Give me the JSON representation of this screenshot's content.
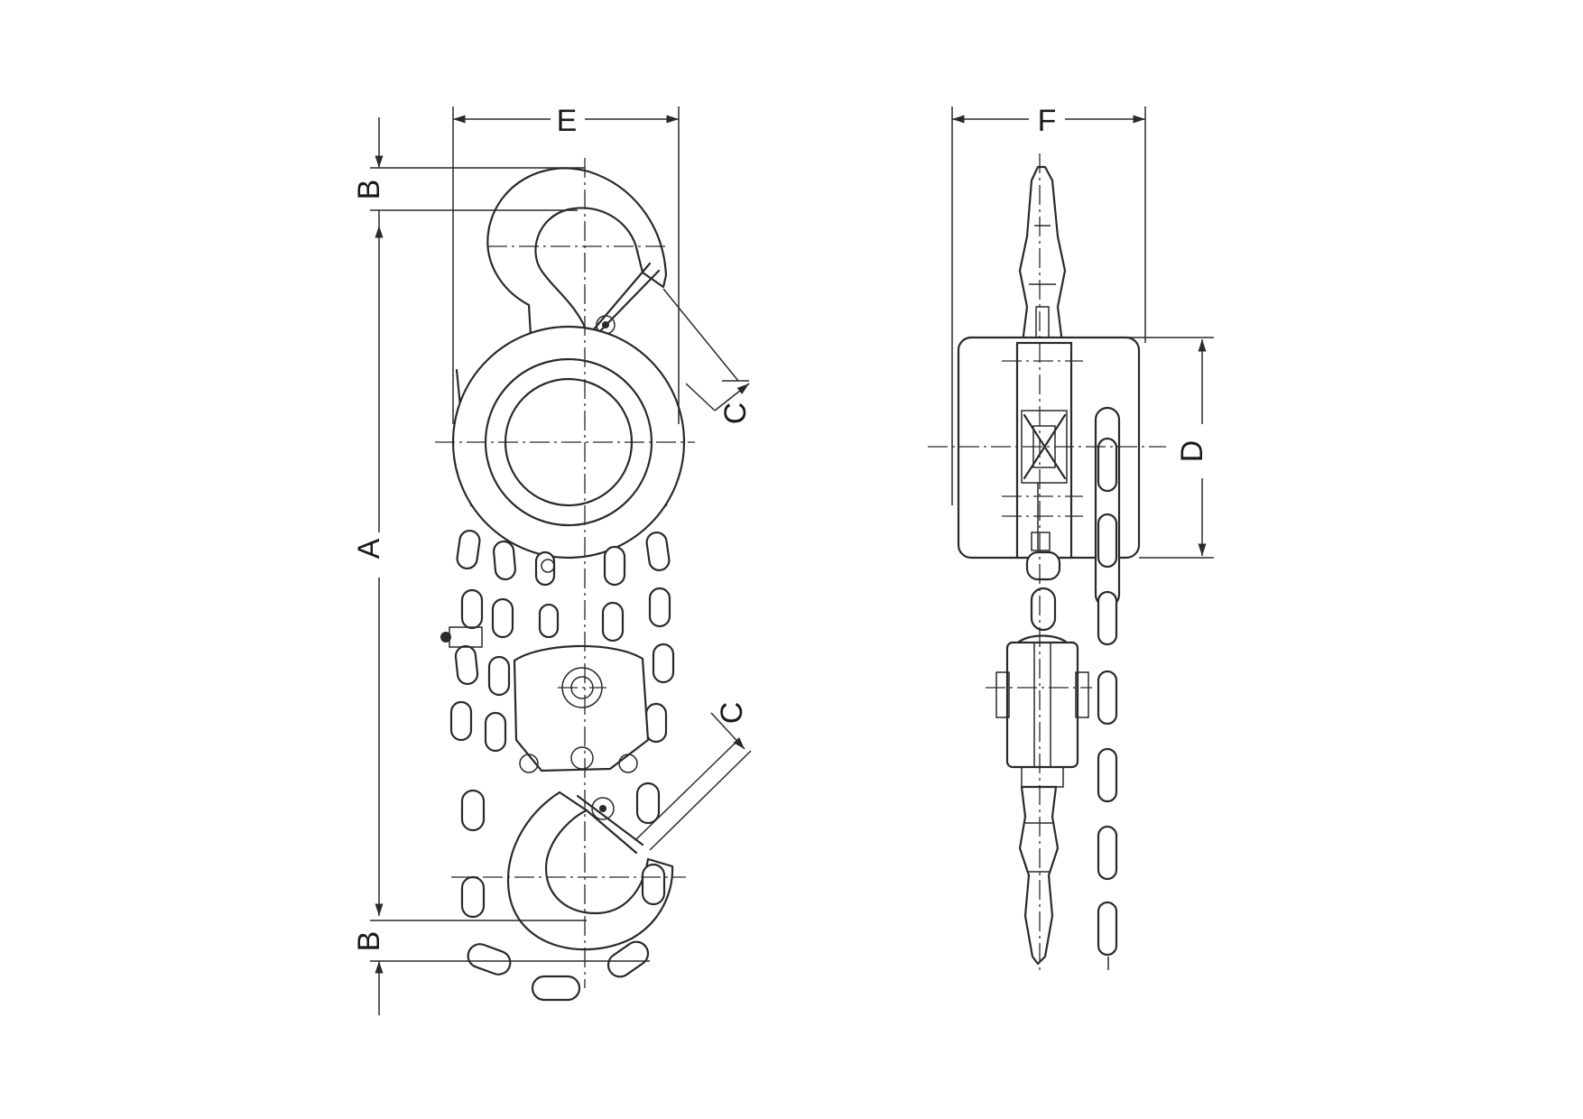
{
  "labels": {
    "A": "A",
    "B_top": "B",
    "B_bottom": "B",
    "C_top": "C",
    "C_bottom": "C",
    "D": "D",
    "E": "E",
    "F": "F"
  },
  "colors": {
    "line": "#2a2a2a",
    "background": "#ffffff"
  }
}
